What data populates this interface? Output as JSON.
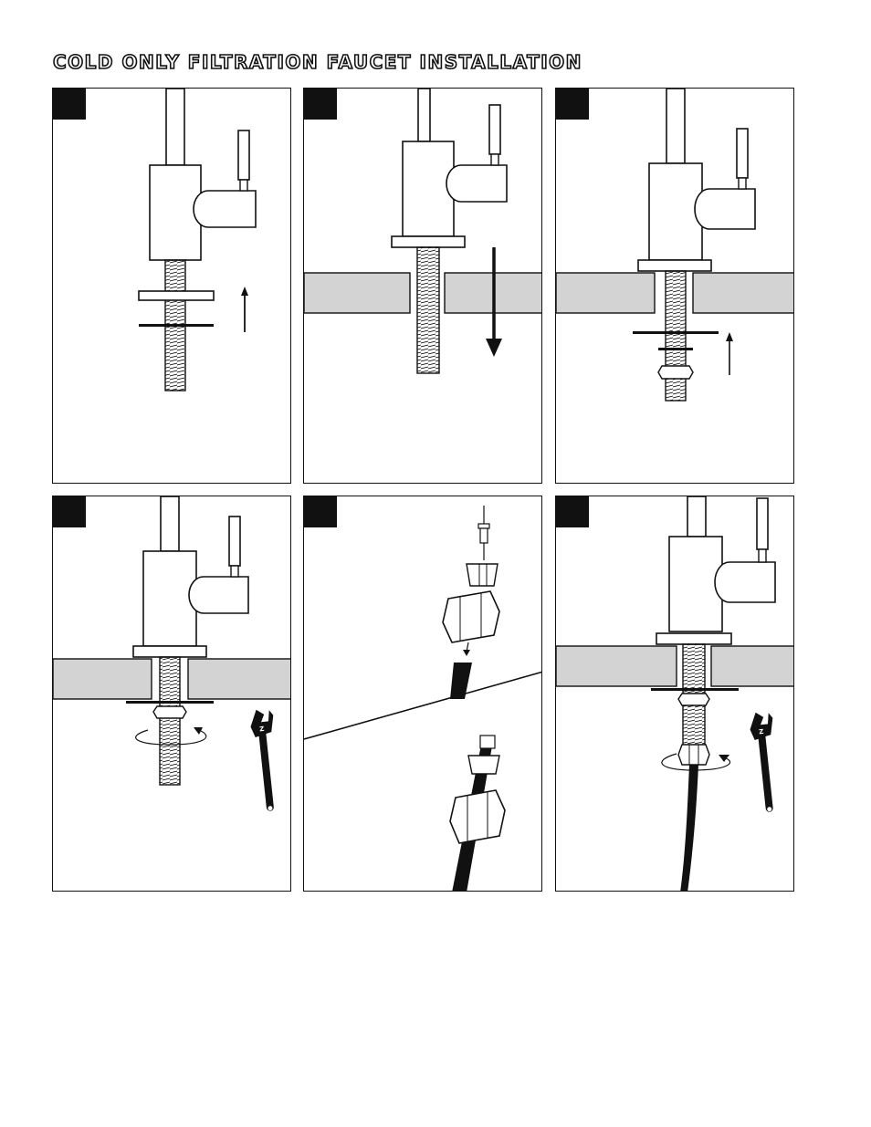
{
  "page": {
    "title": "COLD ONLY FILTRATION FAUCET INSTALLATION"
  },
  "steps": [
    {
      "name": "step-1",
      "action": "slide-washers-on-shank"
    },
    {
      "name": "step-2",
      "action": "insert-faucet-into-sink-hole"
    },
    {
      "name": "step-3",
      "action": "add-washer-and-nut-below"
    },
    {
      "name": "step-4",
      "action": "tighten-nut-with-wrench"
    },
    {
      "name": "step-5",
      "action": "assemble-tube-compression-fitting"
    },
    {
      "name": "step-6",
      "action": "connect-water-line-with-wrench"
    }
  ],
  "colors": {
    "line": "#111111",
    "countertop": "#d3d3d3",
    "badge": "#111111",
    "background": "#ffffff"
  },
  "icons": [
    "up-arrow-icon",
    "down-arrow-icon",
    "rotate-arrow-icon",
    "wrench-icon"
  ]
}
